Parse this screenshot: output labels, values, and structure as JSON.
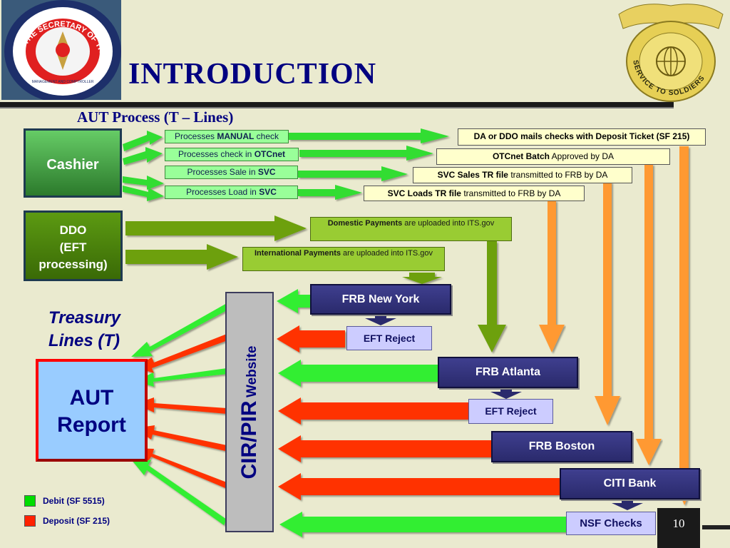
{
  "header": {
    "title": "INTRODUCTION",
    "subtitle": "AUT Process (T – Lines)",
    "seal_text": "OF THE SECRETARY OF THE ARMY",
    "seal_subtext": "MANAGEMENT AND COMPTROLLER",
    "insignia_text": "SERVICE TO SOLDIERS"
  },
  "nodes": {
    "cashier": "Cashier",
    "ddo_line1": "DDO",
    "ddo_line2": "(EFT",
    "ddo_line3": "processing)",
    "treasury_line1": "Treasury",
    "treasury_line2": "Lines (T)",
    "aut_line1": "AUT",
    "aut_line2": "Report",
    "cir_main": "CIR/PIR",
    "cir_sub": "Website"
  },
  "steps": {
    "s1_pre": "Processes ",
    "s1_bold": "MANUAL",
    "s1_post": " check",
    "s2_pre": "Processes check in ",
    "s2_bold": "OTCnet",
    "s3_pre": "Processes Sale in ",
    "s3_bold": "SVC",
    "s4_pre": "Processes Load in ",
    "s4_bold": "SVC"
  },
  "outcomes": {
    "o1_bold": "DA or DDO mails checks with Deposit Ticket (SF 215)",
    "o2_bold": "OTCnet Batch",
    "o2_post": " Approved  by DA",
    "o3_bold": "SVC Sales TR file",
    "o3_post": " transmitted to FRB by DA",
    "o4_bold": "SVC Loads TR file",
    "o4_post": " transmitted to FRB by DA"
  },
  "payments": {
    "domestic_bold": "Domestic Payments",
    "domestic_post": " are uploaded into ITS.gov",
    "intl_bold": "International Payments",
    "intl_post": " are uploaded into ITS.gov"
  },
  "banks": {
    "frb_ny": "FRB New York",
    "eft_reject_1": "EFT Reject",
    "frb_atlanta": "FRB Atlanta",
    "eft_reject_2": "EFT Reject",
    "frb_boston": "FRB Boston",
    "citi": "CITI Bank",
    "nsf": "NSF Checks"
  },
  "legend": {
    "debit": "Debit (SF 5515)",
    "deposit": "Deposit (SF 215)"
  },
  "page_number": "10",
  "colors": {
    "debit_green": "#00dd00",
    "deposit_red": "#ff2200",
    "orange": "#ff9933",
    "olive": "#669900",
    "navy": "#000080"
  }
}
